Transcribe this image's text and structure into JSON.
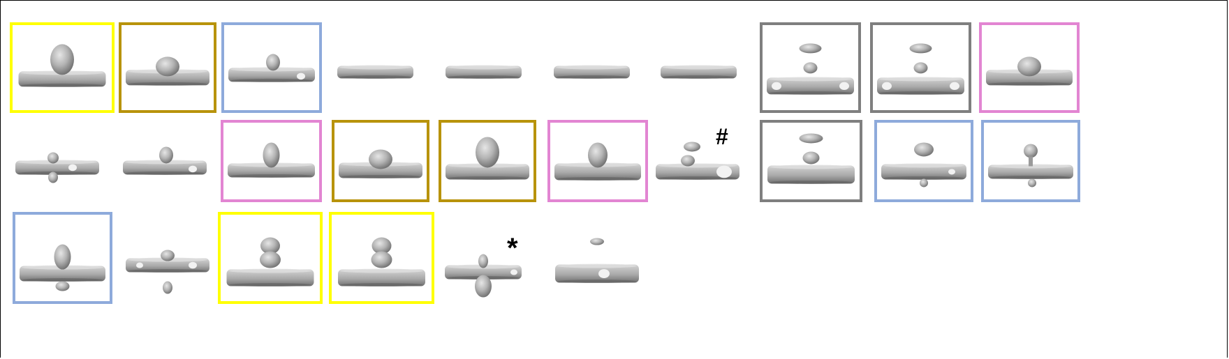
{
  "colors": {
    "yellow": "#ffff00",
    "gold": "#b8930b",
    "blue": "#8eaadb",
    "gray": "#7f7f7f",
    "pink": "#e285d2",
    "surface_light": "#d4d4d4",
    "surface_mid": "#a9a9a9",
    "surface_dark": "#6f6f6f"
  },
  "rows": [
    [
      {
        "frame": "yellow",
        "shape": "dome-tall"
      },
      {
        "frame": "gold",
        "shape": "dome-low"
      },
      {
        "frame": "blue",
        "shape": "knob-small"
      },
      {
        "frame": "none",
        "shape": "flat"
      },
      {
        "frame": "none",
        "shape": "flat"
      },
      {
        "frame": "none",
        "shape": "flat"
      },
      {
        "frame": "none",
        "shape": "flat"
      },
      {
        "frame": "gray",
        "shape": "stack-separated"
      },
      {
        "frame": "gray",
        "shape": "stack-separated"
      },
      {
        "frame": "pink",
        "shape": "dome-low"
      }
    ],
    [
      {
        "frame": "none",
        "shape": "bump-below"
      },
      {
        "frame": "none",
        "shape": "knob-small"
      },
      {
        "frame": "pink",
        "shape": "knob-tall"
      },
      {
        "frame": "gold",
        "shape": "dome-low"
      },
      {
        "frame": "gold",
        "shape": "dome-tall"
      },
      {
        "frame": "pink",
        "shape": "dome-wide"
      },
      {
        "frame": "none",
        "shape": "tilted-stack",
        "mark": "#"
      },
      {
        "frame": "gray",
        "shape": "stack-double"
      },
      {
        "frame": "blue",
        "shape": "floating-blob"
      },
      {
        "frame": "blue",
        "shape": "stalk-ball"
      }
    ],
    [
      {
        "frame": "blue",
        "shape": "through"
      },
      {
        "frame": "none",
        "shape": "detached-below"
      },
      {
        "frame": "yellow",
        "shape": "double-ball"
      },
      {
        "frame": "yellow",
        "shape": "double-ball"
      },
      {
        "frame": "none",
        "shape": "cross",
        "mark": "*"
      },
      {
        "frame": "none",
        "shape": "floating-small"
      }
    ]
  ]
}
